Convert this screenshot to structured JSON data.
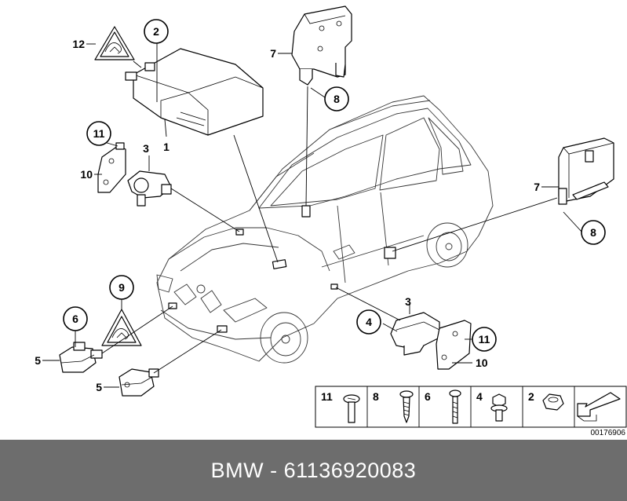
{
  "callouts": {
    "c1": "1",
    "c2": "2",
    "c3a": "3",
    "c3b": "3",
    "c4": "4",
    "c5a": "5",
    "c5b": "5",
    "c6": "6",
    "c7a": "7",
    "c7b": "7",
    "c8a": "8",
    "c8b": "8",
    "c9": "9",
    "c10a": "10",
    "c10b": "10",
    "c11a": "11",
    "c11b": "11",
    "c12": "12"
  },
  "fasteners": {
    "f11": "11",
    "f8": "8",
    "f6": "6",
    "f4": "4",
    "f2": "2"
  },
  "diagram_number": "00176906",
  "footer": {
    "text": "BMW - 61136920083"
  }
}
